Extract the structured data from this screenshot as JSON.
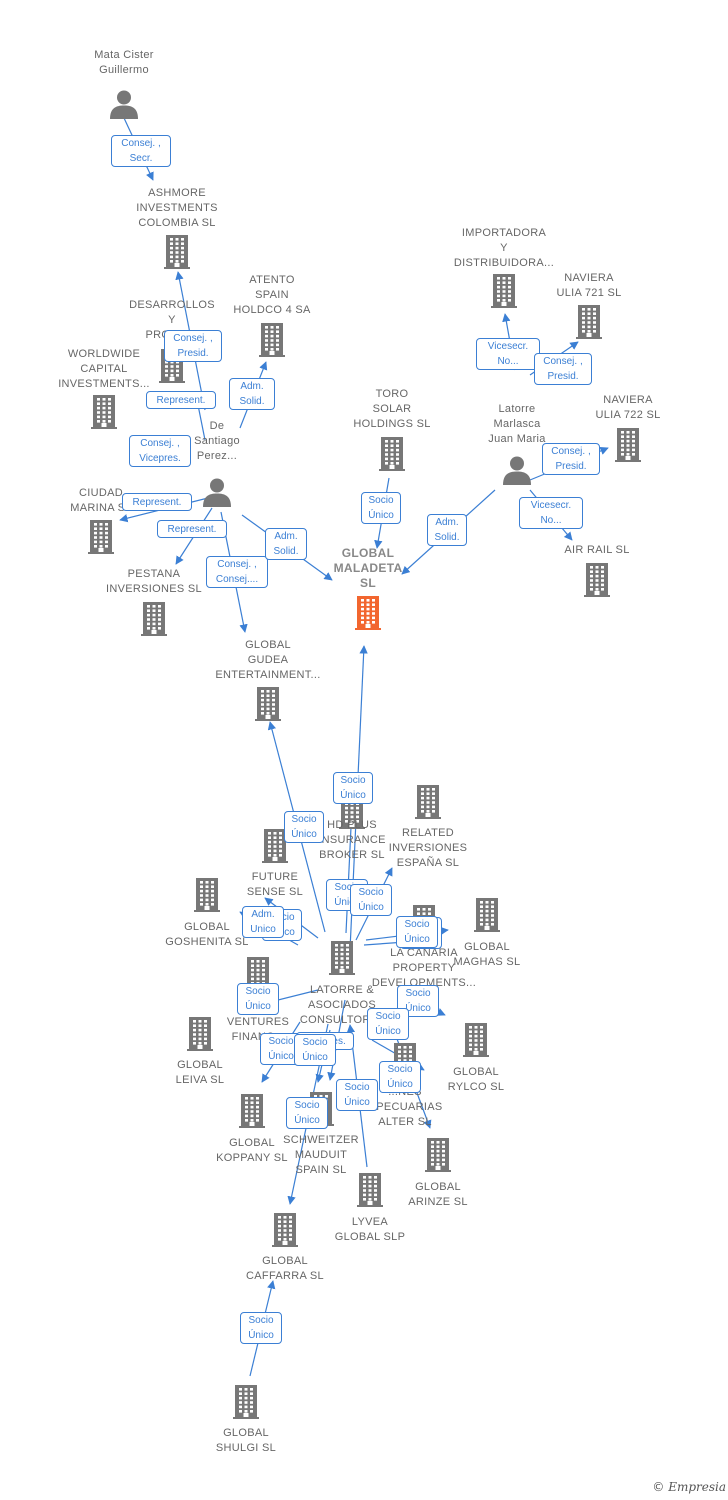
{
  "colors": {
    "edge": "#3b7fd4",
    "company": "#777777",
    "target": "#f2662f",
    "person": "#777777"
  },
  "brand": {
    "symbol": "©",
    "name": "Empresia"
  },
  "nodes": [
    {
      "id": "mata",
      "type": "person",
      "label": "Mata Cister\nGuillermo"
    },
    {
      "id": "ashmore",
      "type": "company",
      "label": "ASHMORE\nINVESTMENTS\nCOLOMBIA SL"
    },
    {
      "id": "desarrollos",
      "type": "company",
      "label": "DESARROLLOS\nY\nPROMO..."
    },
    {
      "id": "atento",
      "type": "company",
      "label": "ATENTO\nSPAIN\nHOLDCO 4 SA"
    },
    {
      "id": "worldwide",
      "type": "company",
      "label": "WORLDWIDE\nCAPITAL\nINVESTMENTS..."
    },
    {
      "id": "desantiago",
      "type": "person",
      "label": "De\nSantiago\nPerez..."
    },
    {
      "id": "ciudad",
      "type": "company",
      "label": "CIUDAD\nMARINA SL"
    },
    {
      "id": "pestana",
      "type": "company",
      "label": "PESTANA\nINVERSIONES SL"
    },
    {
      "id": "gudea",
      "type": "company",
      "label": "GLOBAL\nGUDEA\nENTERTAINMENT..."
    },
    {
      "id": "toro",
      "type": "company",
      "label": "TORO\nSOLAR\nHOLDINGS SL"
    },
    {
      "id": "maladeta",
      "type": "target",
      "label": "GLOBAL\nMALADETA\nSL"
    },
    {
      "id": "importadora",
      "type": "company",
      "label": "IMPORTADORA\nY\nDISTRIBUIDORA..."
    },
    {
      "id": "naviera721",
      "type": "company",
      "label": "NAVIERA\nULIA 721 SL"
    },
    {
      "id": "naviera722",
      "type": "company",
      "label": "NAVIERA\nULIA 722 SL"
    },
    {
      "id": "latorre_p",
      "type": "person",
      "label": "Latorre\nMarlasca\nJuan Maria"
    },
    {
      "id": "airrail",
      "type": "company",
      "label": "AIR RAIL SL"
    },
    {
      "id": "hdplus",
      "type": "company",
      "label": "HD PLUS\nINSURANCE\nBROKER SL"
    },
    {
      "id": "related",
      "type": "company",
      "label": "RELATED\nINVERSIONES\nESPAÑA SL"
    },
    {
      "id": "future",
      "type": "company",
      "label": "FUTURE\nSENSE SL"
    },
    {
      "id": "goshenita",
      "type": "company",
      "label": "GLOBAL\nGOSHENITA SL"
    },
    {
      "id": "lacanaria",
      "type": "company",
      "label": "LA CANARIA\nPROPERTY\nDEVELOPMENTS..."
    },
    {
      "id": "maghas",
      "type": "company",
      "label": "GLOBAL\nMAGHAS SL"
    },
    {
      "id": "latorre_a",
      "type": "company",
      "label": "LATORRE &\nASOCIADOS\nCONSULTORI..."
    },
    {
      "id": "ventures",
      "type": "company",
      "label": "VENTURES\nFINANC..."
    },
    {
      "id": "leiva",
      "type": "company",
      "label": "GLOBAL\nLEIVA SL"
    },
    {
      "id": "rylco",
      "type": "company",
      "label": "GLOBAL\nRYLCO SL"
    },
    {
      "id": "opecuarias",
      "type": "company",
      "label": "...NES\nOPECUARIAS\nALTER SL"
    },
    {
      "id": "koppany",
      "type": "company",
      "label": "GLOBAL\nKOPPANY SL"
    },
    {
      "id": "schweitzer",
      "type": "company",
      "label": "SCHWEITZER\nMAUDUIT\nSPAIN SL"
    },
    {
      "id": "arinze",
      "type": "company",
      "label": "GLOBAL\nARINZE SL"
    },
    {
      "id": "lyvea",
      "type": "company",
      "label": "LYVEA\nGLOBAL SLP"
    },
    {
      "id": "caffarra",
      "type": "company",
      "label": "GLOBAL\nCAFFARRA SL"
    },
    {
      "id": "shulgi",
      "type": "company",
      "label": "GLOBAL\nSHULGI SL"
    }
  ],
  "edges": [
    {
      "from": "mata",
      "to": "ashmore",
      "label": "Consej. ,\nSecr."
    },
    {
      "from": "desantiago",
      "to": "ashmore",
      "label": "Consej. ,\nPresid."
    },
    {
      "from": "desantiago",
      "to": "atento",
      "label": "Adm.\nSolid."
    },
    {
      "from": "desantiago",
      "to": "worldwide",
      "label": "Represent."
    },
    {
      "from": "desantiago",
      "to": "desarrollos",
      "label": "Consej. ,\nVicepres."
    },
    {
      "from": "desantiago",
      "to": "ciudad",
      "label": "Represent."
    },
    {
      "from": "desantiago",
      "to": "pestana",
      "label": "Represent."
    },
    {
      "from": "desantiago",
      "to": "gudea",
      "label": "Consej. ,\nConsej...."
    },
    {
      "from": "desantiago",
      "to": "maladeta",
      "label": "Adm.\nSolid."
    },
    {
      "from": "toro",
      "to": "maladeta",
      "label": "Socio\nÚnico"
    },
    {
      "from": "latorre_p",
      "to": "maladeta",
      "label": "Adm.\nSolid."
    },
    {
      "from": "latorre_p",
      "to": "importadora",
      "label": "Vicesecr.\nNo..."
    },
    {
      "from": "latorre_p",
      "to": "naviera721",
      "label": "Consej. ,\nPresid."
    },
    {
      "from": "latorre_p",
      "to": "naviera722",
      "label": "Consej. ,\nPresid."
    },
    {
      "from": "latorre_p",
      "to": "airrail",
      "label": "Vicesecr.\nNo..."
    },
    {
      "from": "latorre_a",
      "to": "maladeta",
      "label": "Socio\nÚnico"
    },
    {
      "from": "latorre_a",
      "to": "gudea",
      "label": "Socio\nÚnico"
    },
    {
      "from": "latorre_a",
      "to": "hdplus",
      "label": "Socio\nÚnico"
    },
    {
      "from": "latorre_a",
      "to": "related",
      "label": "Socio\nÚnico"
    },
    {
      "from": "latorre_a",
      "to": "future",
      "label": "Socio\nÚnico"
    },
    {
      "from": "latorre_a",
      "to": "goshenita",
      "label": "Adm.\nUnico"
    },
    {
      "from": "latorre_a",
      "to": "maghas",
      "label": "Socio\nÚnico"
    },
    {
      "from": "latorre_a",
      "to": "lacanaria",
      "label": "Socio\nÚnico"
    },
    {
      "from": "latorre_a",
      "to": "ventures",
      "label": "Socio\nÚnico"
    },
    {
      "from": "latorre_a",
      "to": "rylco",
      "label": "Socio\nÚnico"
    },
    {
      "from": "latorre_a",
      "to": "opecuarias",
      "label": "Socio\nÚnico"
    },
    {
      "from": "latorre_a",
      "to": "leiva",
      "label": "Socio\nÚnico"
    },
    {
      "from": "latorre_a",
      "to": "schweitzer",
      "label": "Vicepres."
    },
    {
      "from": "latorre_a",
      "to": "arinze",
      "label": "Socio\nÚnico"
    },
    {
      "from": "lyvea",
      "to": "latorre_a",
      "label": "Socio\nÚnico"
    },
    {
      "from": "latorre_a",
      "to": "koppany",
      "label": "Socio\nÚnico"
    },
    {
      "from": "latorre_a",
      "to": "caffarra",
      "label": "Socio\nÚnico"
    },
    {
      "from": "shulgi",
      "to": "caffarra",
      "label": "Socio\nÚnico"
    }
  ]
}
